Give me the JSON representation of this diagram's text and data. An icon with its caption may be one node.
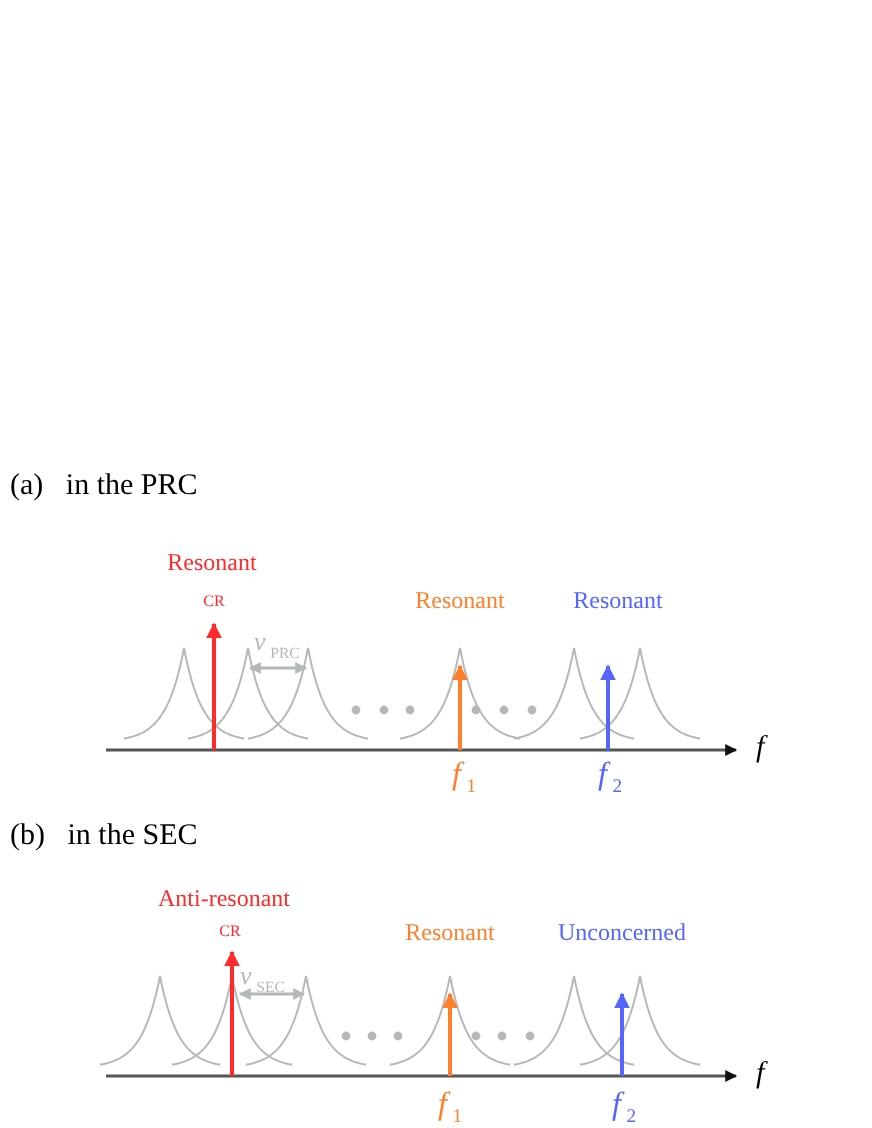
{
  "diagram": {
    "labels": [
      "(a)   in the PRC",
      "Resonant",
      "CR",
      "*ν*$_{PRC}$",
      "Resonant",
      "Resonant",
      "f",
      "*f*$_{1}$",
      "*f*$_{2}$",
      "(b)   in the SEC",
      "Anti-resonant",
      "CR",
      "*ν*$_{SEC}$",
      "Resonant",
      "Unconcerned",
      "f",
      "*f*$_{1}$",
      "*f*$_{2}$"
    ]
  }
}
